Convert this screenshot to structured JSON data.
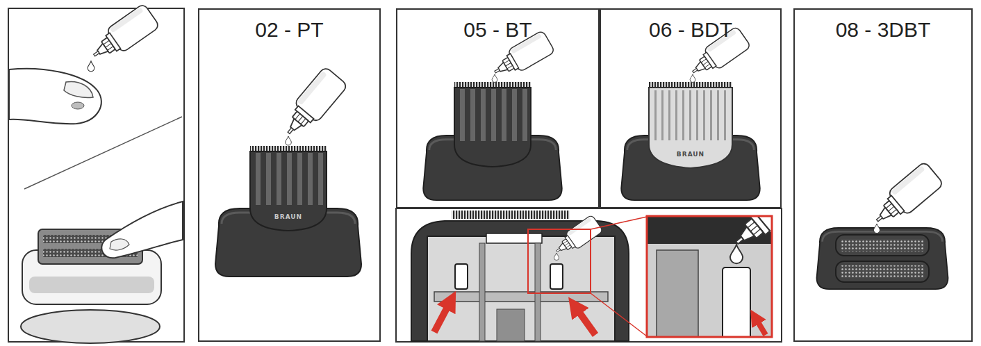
{
  "diagram": {
    "nodes": [
      {
        "text": [
          "02 - PT"
        ]
      },
      {
        "text": [
          "05 - BT"
        ]
      },
      {
        "text": [
          "06 - BDT"
        ]
      },
      {
        "text": [
          "08 - 3DBT"
        ]
      }
    ],
    "labels": [
      "BRAUN",
      "BRAUN"
    ]
  }
}
